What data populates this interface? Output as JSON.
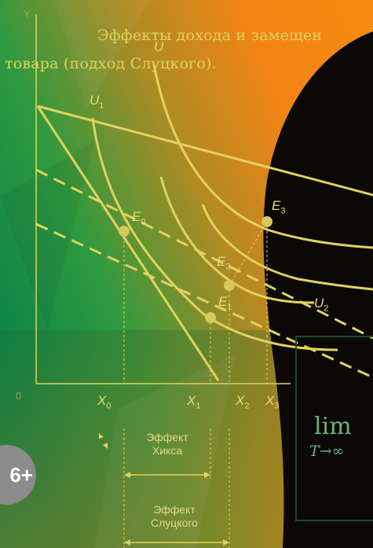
{
  "title": {
    "line1": "Эффекты дохода и замещен",
    "line2": "товара (подход Слуцкого)."
  },
  "axes": {
    "y": "Y",
    "origin": "0"
  },
  "curves": {
    "u1": "U",
    "u1_sub": "1",
    "u2": "U",
    "u2_sub": "2",
    "u_top": "U"
  },
  "points": [
    {
      "id": "E0",
      "label": "E",
      "sub": "0"
    },
    {
      "id": "E1",
      "label": "E",
      "sub": "1"
    },
    {
      "id": "E2",
      "label": "E",
      "sub": "2"
    },
    {
      "id": "E3",
      "label": "E",
      "sub": "3"
    }
  ],
  "x_ticks": [
    {
      "label": "X",
      "sub": "0"
    },
    {
      "label": "X",
      "sub": "1"
    },
    {
      "label": "X",
      "sub": "2"
    },
    {
      "label": "X",
      "sub": "3"
    }
  ],
  "effects": {
    "hicks_line1": "Эффект",
    "hicks_line2": "Хикса",
    "slutsky_line1": "Эффект",
    "slutsky_line2": "Слуцкого"
  },
  "badge": "6+",
  "formula": {
    "lim": "lim",
    "sub": "T→∞"
  },
  "colors": {
    "curve": "#e2d25f",
    "point": "#d4c95a",
    "badge": "#8c8c8c"
  }
}
